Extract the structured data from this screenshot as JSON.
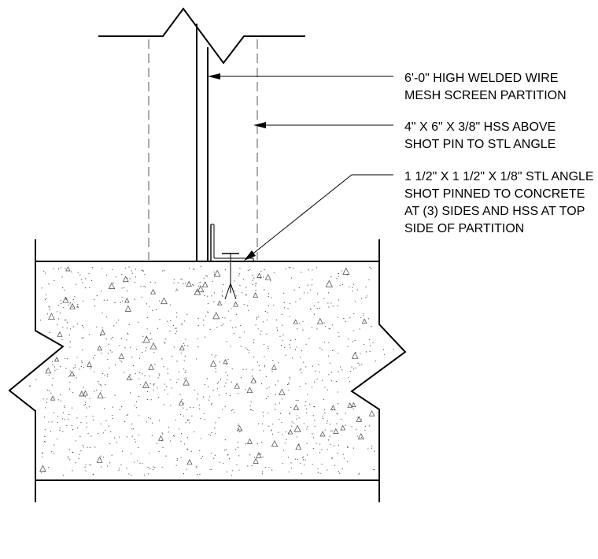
{
  "notes": [
    {
      "lines": [
        "6'-0\" HIGH WELDED WIRE",
        "MESH SCREEN PARTITION"
      ]
    },
    {
      "lines": [
        "4\" X 6\" X 3/8\" HSS ABOVE",
        "SHOT PIN TO STL ANGLE"
      ]
    },
    {
      "lines": [
        "1 1/2\" X 1 1/2\" X 1/8\" STL ANGLE",
        "SHOT PINNED TO CONCRETE",
        "AT (3) SIDES AND HSS AT TOP",
        "SIDE OF PARTITION"
      ]
    }
  ],
  "colors": {
    "line": "#000000",
    "hidden_line": "#555555",
    "background": "#ffffff",
    "stipple": "#444444"
  }
}
